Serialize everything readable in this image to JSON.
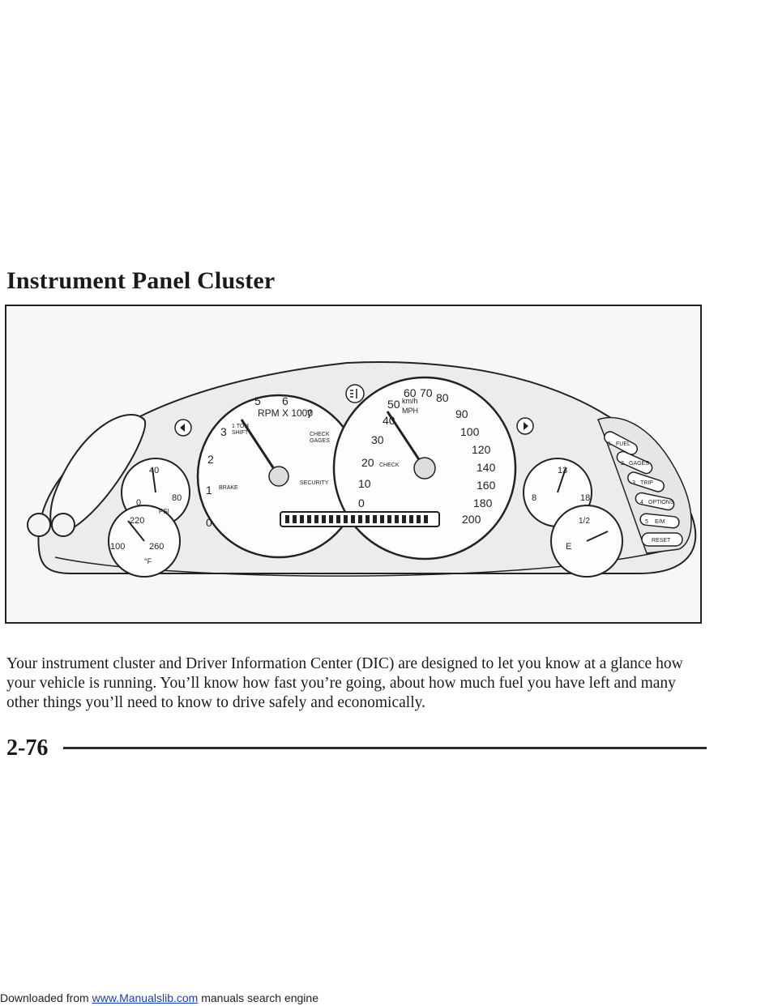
{
  "document": {
    "title": "Instrument Panel Cluster",
    "paragraph": "Your instrument cluster and Driver Information Center (DIC) are designed to let you know at a glance how your vehicle is running. You’ll know how fast you’re going, about how much fuel you have left and many other things you’ll need to know to drive safely and economically.",
    "page_number": "2-76"
  },
  "figure": {
    "tach": {
      "label": "RPM X 1000",
      "numbers": [
        "0",
        "1",
        "2",
        "3",
        "5",
        "6",
        "7"
      ],
      "shift_label_1": "1 TO 4",
      "shift_label_2": "SHIFT",
      "brake_label": "BRAKE",
      "check_gages_1": "CHECK",
      "check_gages_2": "GAGES",
      "security_label": "SECURITY"
    },
    "speedo": {
      "units_kmh": "km/h",
      "units_mph": "MPH",
      "inner_numbers": [
        "0",
        "10",
        "20",
        "30",
        "40",
        "50",
        "60",
        "70",
        "80",
        "90",
        "100"
      ],
      "outer_numbers": [
        "120",
        "140",
        "160",
        "180",
        "200"
      ],
      "check_label": "CHECK"
    },
    "oil_gauge": {
      "numbers": [
        "0",
        "40",
        "80"
      ],
      "unit": "PSI"
    },
    "temp_gauge": {
      "numbers": [
        "100",
        "220",
        "260"
      ],
      "unit": "°F"
    },
    "volt_gauge": {
      "numbers": [
        "8",
        "13",
        "18"
      ]
    },
    "fuel_gauge": {
      "numbers": [
        "E",
        "1/2"
      ]
    },
    "dic_buttons": [
      {
        "num": "1",
        "label": "FUEL"
      },
      {
        "num": "2",
        "label": "GAGES"
      },
      {
        "num": "3",
        "label": "TRIP"
      },
      {
        "num": "4",
        "label": "OPTIONS"
      },
      {
        "num": "5",
        "label": "E/M"
      },
      {
        "num": "",
        "label": "RESET"
      }
    ]
  },
  "footer": {
    "prefix": "Downloaded from ",
    "link_text": "www.Manualslib.com",
    "suffix": " manuals search engine"
  },
  "colors": {
    "ink": "#222222",
    "link": "#1a3fb0",
    "panel": "#f0f0f0"
  }
}
